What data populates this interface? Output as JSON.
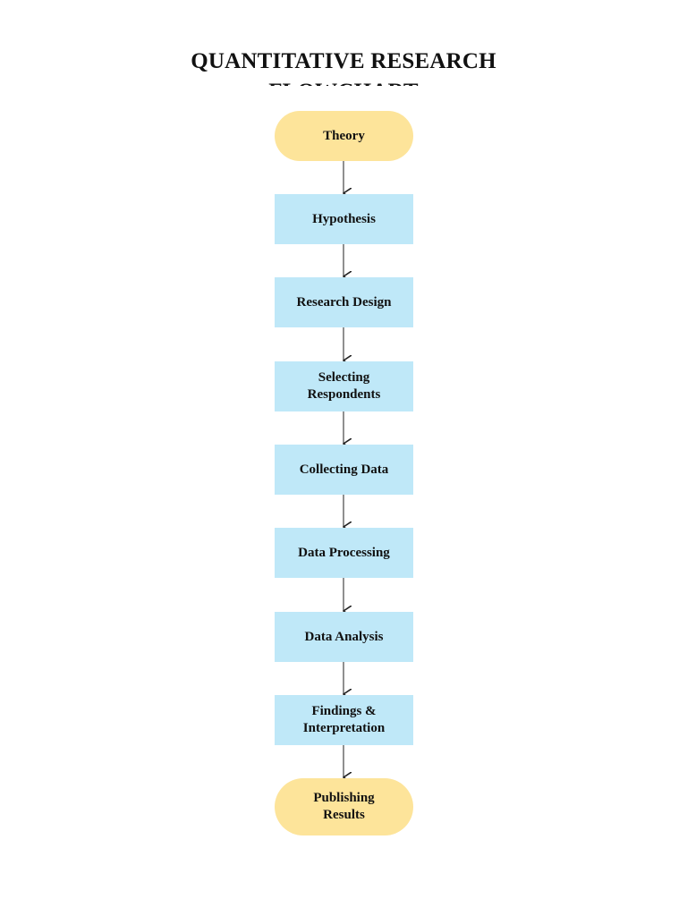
{
  "title": "QUANTITATIVE RESEARCH FLOWCHART",
  "colors": {
    "terminal": "#fde49a",
    "step": "#bfe8f8",
    "arrow": "#222222"
  },
  "nodes": [
    {
      "label": "Theory",
      "kind": "terminal"
    },
    {
      "label": "Hypothesis",
      "kind": "step"
    },
    {
      "label": "Research Design",
      "kind": "step"
    },
    {
      "label": "Selecting\nRespondents",
      "kind": "step"
    },
    {
      "label": "Collecting Data",
      "kind": "step"
    },
    {
      "label": "Data Processing",
      "kind": "step"
    },
    {
      "label": "Data Analysis",
      "kind": "step"
    },
    {
      "label": "Findings &\nInterpretation",
      "kind": "step"
    },
    {
      "label": "Publishing\nResults",
      "kind": "terminal"
    }
  ]
}
